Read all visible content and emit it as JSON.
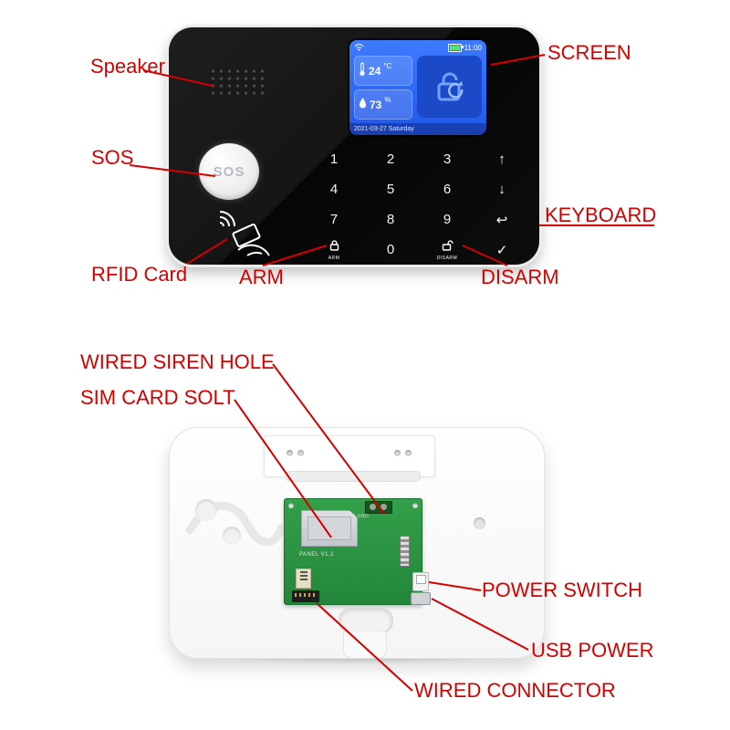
{
  "annotations": {
    "front": {
      "speaker": "Speaker",
      "sos": "SOS",
      "rfid": "RFID Card",
      "arm": "ARM",
      "disarm": "DISARM",
      "screen": "SCREEN",
      "keyboard": "KEYBOARD"
    },
    "back": {
      "siren_hole": "WIRED SIREN HOLE",
      "sim_slot": "SIM CARD SOLT",
      "power_switch": "POWER SWITCH",
      "usb_power": "USB POWER",
      "wired_connector": "WIRED CONNECTOR"
    }
  },
  "device": {
    "sos": "SOS",
    "screen": {
      "time": "11:00",
      "temperature": "24",
      "temperature_unit": "°C",
      "humidity": "73",
      "humidity_unit": "%",
      "date": "2021-03-27 Saturday"
    },
    "keypad": {
      "digits": [
        "1",
        "2",
        "3",
        "4",
        "5",
        "6",
        "7",
        "8",
        "9",
        "0"
      ],
      "nav": {
        "up": "↑",
        "down": "↓",
        "back": "↩",
        "ok": "✓"
      },
      "arm_label": "ARM",
      "disarm_label": "DISARM"
    },
    "pcb": {
      "silkscreen": "PANEL V1.1",
      "terminal_label": "SIREN GND"
    }
  },
  "colors": {
    "annotation_red": "#d40000",
    "screen_blue": "#2f6bf2",
    "pcb_green": "#2e8f3e"
  }
}
